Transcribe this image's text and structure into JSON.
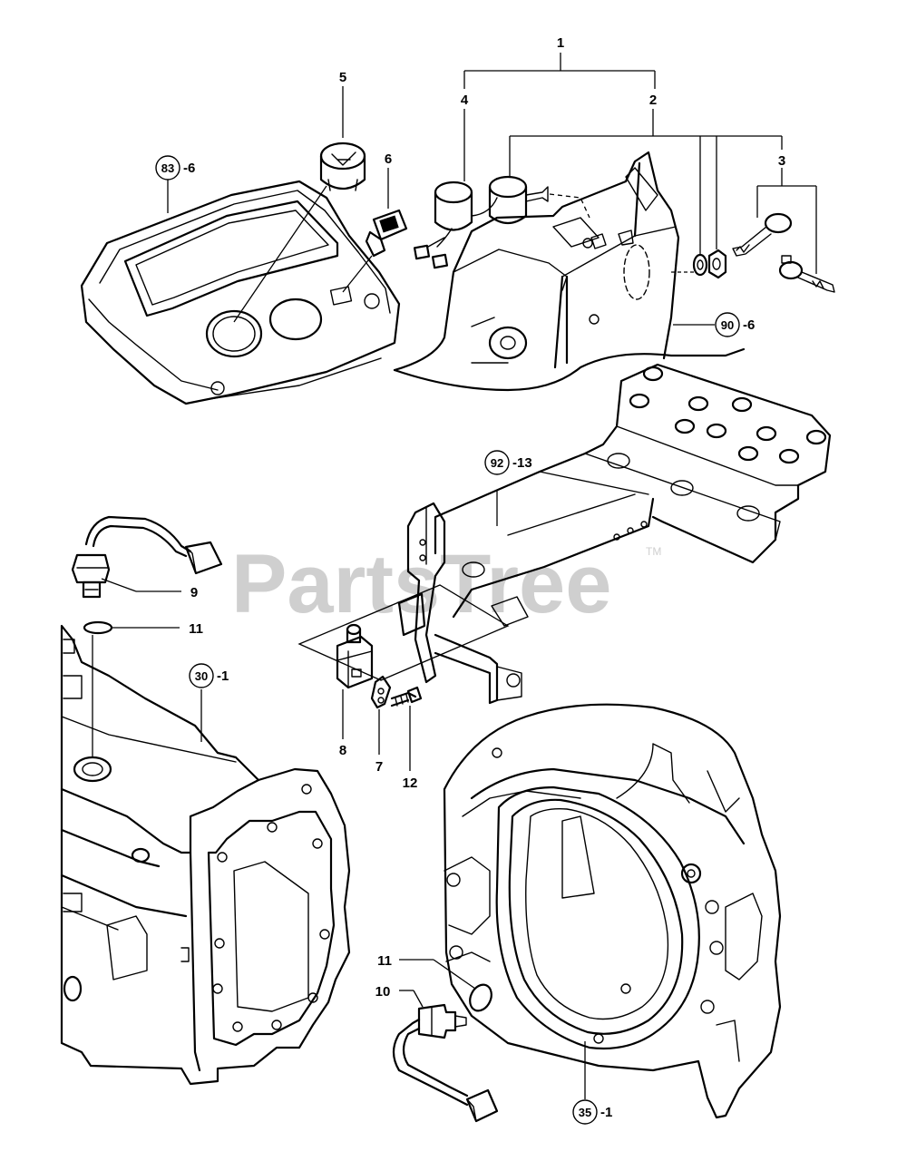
{
  "watermark": {
    "text": "PartsTree",
    "tm": "TM"
  },
  "callouts": [
    {
      "id": "c1",
      "label": "1"
    },
    {
      "id": "c2",
      "label": "2"
    },
    {
      "id": "c3",
      "label": "3"
    },
    {
      "id": "c4",
      "label": "4"
    },
    {
      "id": "c5",
      "label": "5"
    },
    {
      "id": "c6",
      "label": "6"
    },
    {
      "id": "c7",
      "label": "7"
    },
    {
      "id": "c8",
      "label": "8"
    },
    {
      "id": "c9",
      "label": "9"
    },
    {
      "id": "c10",
      "label": "10"
    },
    {
      "id": "c11a",
      "label": "11"
    },
    {
      "id": "c11b",
      "label": "11"
    },
    {
      "id": "c12",
      "label": "12"
    }
  ],
  "references": [
    {
      "id": "r83",
      "num": "83",
      "suffix": "-6"
    },
    {
      "id": "r90",
      "num": "90",
      "suffix": "-6"
    },
    {
      "id": "r92",
      "num": "92",
      "suffix": "-13"
    },
    {
      "id": "r30",
      "num": "30",
      "suffix": "-1"
    },
    {
      "id": "r35",
      "num": "35",
      "suffix": "-1"
    }
  ]
}
